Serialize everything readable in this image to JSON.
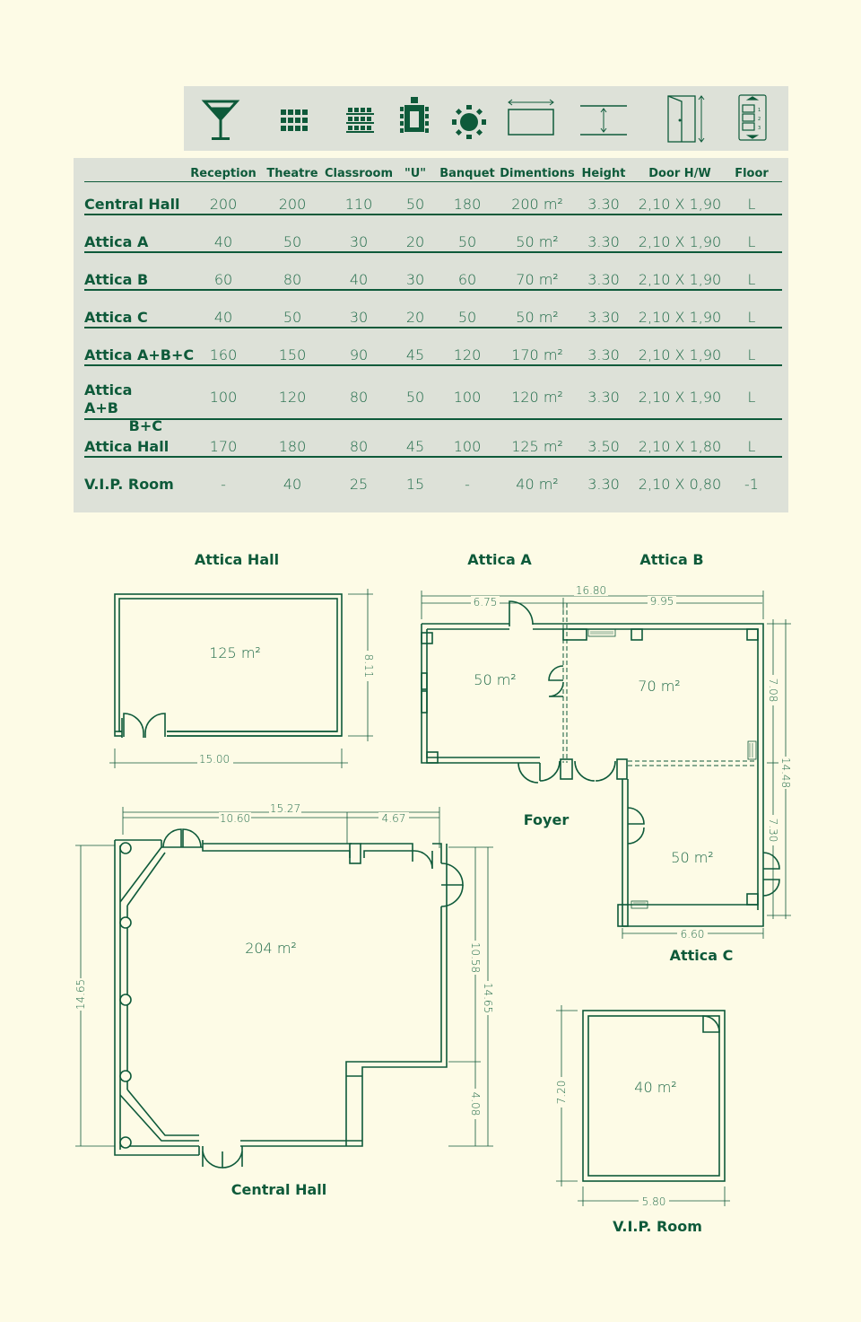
{
  "icons": [
    "cocktail-glass-icon",
    "theatre-seating-icon",
    "classroom-seating-icon",
    "u-shape-seating-icon",
    "banquet-seating-icon",
    "dimensions-icon",
    "height-icon",
    "door-icon",
    "floor-elevator-icon"
  ],
  "table": {
    "headers": [
      "Reception",
      "Theatre",
      "Classroom",
      "\"U\"",
      "Banquet",
      "Dimentions",
      "Height",
      "Door H/W",
      "Floor"
    ],
    "rows": [
      {
        "name": "Central Hall",
        "values": [
          "200",
          "200",
          "110",
          "50",
          "180",
          "200 m²",
          "3.30",
          "2,10 X 1,90",
          "L"
        ]
      },
      {
        "name": "Attica A",
        "values": [
          "40",
          "50",
          "30",
          "20",
          "50",
          "50 m²",
          "3.30",
          "2,10 X 1,90",
          "L"
        ]
      },
      {
        "name": "Attica B",
        "values": [
          "60",
          "80",
          "40",
          "30",
          "60",
          "70 m²",
          "3.30",
          "2,10 X 1,90",
          "L"
        ]
      },
      {
        "name": "Attica C",
        "values": [
          "40",
          "50",
          "30",
          "20",
          "50",
          "50 m²",
          "3.30",
          "2,10 X 1,90",
          "L"
        ]
      },
      {
        "name": "Attica A+B+C",
        "values": [
          "160",
          "150",
          "90",
          "45",
          "120",
          "170 m²",
          "3.30",
          "2,10 X 1,90",
          "L"
        ]
      },
      {
        "name_line1": "Attica A+B",
        "name_line2": "B+C",
        "values": [
          "100",
          "120",
          "80",
          "50",
          "100",
          "120 m²",
          "3.30",
          "2,10 X 1,90",
          "L"
        ]
      },
      {
        "name": "Attica Hall",
        "values": [
          "170",
          "180",
          "80",
          "45",
          "100",
          "125 m²",
          "3.50",
          "2,10 X 1,80",
          "L"
        ]
      },
      {
        "name": "V.I.P. Room",
        "values": [
          "-",
          "40",
          "25",
          "15",
          "-",
          "40 m²",
          "3.30",
          "2,10 X 0,80",
          "-1"
        ]
      }
    ]
  },
  "plans": {
    "attica_hall": {
      "title": "Attica Hall",
      "area": "125 m²",
      "width": "15.00",
      "depth": "8.11"
    },
    "attica_ab": {
      "title_a": "Attica A",
      "title_b": "Attica B",
      "total_width": "16.80",
      "width_a": "6.75",
      "width_b": "9.95",
      "area_a": "50 m²",
      "area_b": "70 m²",
      "depth_b": "7.08",
      "total_depth": "14.48"
    },
    "foyer": {
      "label": "Foyer"
    },
    "attica_c": {
      "title": "Attica C",
      "area": "50 m²",
      "width": "6.60",
      "depth": "7.30"
    },
    "central_hall": {
      "title": "Central Hall",
      "area": "204 m²",
      "total_width": "15.27",
      "width_1": "10.60",
      "width_2": "4.67",
      "depth_left": "14.65",
      "depth_right": "14.65",
      "depth_1": "10.58",
      "depth_2": "4.08"
    },
    "vip_room": {
      "title": "V.I.P. Room",
      "area": "40 m²",
      "width": "5.80",
      "depth": "7.20"
    }
  },
  "colors": {
    "ink": "#0e5a3a",
    "panel": "#dde1d8",
    "background": "#fdfbe6"
  }
}
